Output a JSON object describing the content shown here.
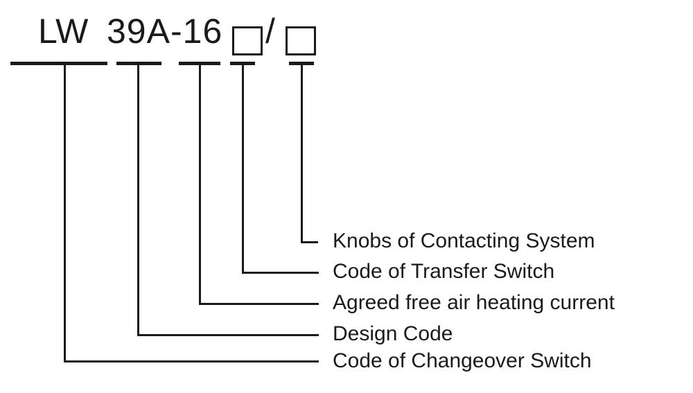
{
  "diagram": {
    "model_code": {
      "series": "LW",
      "design_code": "39A",
      "current_segment": "-16",
      "slash": "/",
      "placeholder_symbol": "□",
      "full": "LW 39A-16□/□"
    },
    "labels": [
      {
        "text": "Knobs of Contacting System"
      },
      {
        "text": "Code of Transfer Switch"
      },
      {
        "text": "Agreed free air heating current"
      },
      {
        "text": "Design Code"
      },
      {
        "text": "Code of Changeover Switch"
      }
    ]
  },
  "colors": {
    "ink": "#1a1a1a",
    "background": "#ffffff"
  }
}
